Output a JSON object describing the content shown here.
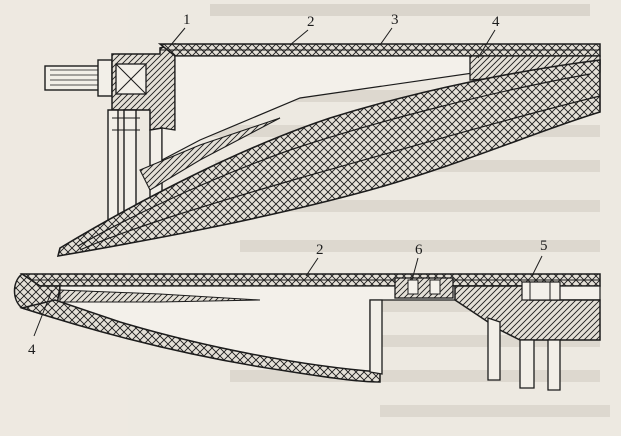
{
  "figure": {
    "colors": {
      "paper": "#ede9e1",
      "ink": "#1c1c1c",
      "bleed_text": "#cfcac1",
      "composite_fill": "#e4e0d7"
    },
    "upper_part": {
      "callouts": [
        {
          "id": "1",
          "label": "1"
        },
        {
          "id": "2",
          "label": "2"
        },
        {
          "id": "3",
          "label": "3"
        },
        {
          "id": "4",
          "label": "4"
        }
      ]
    },
    "lower_part": {
      "callouts": [
        {
          "id": "2",
          "label": "2"
        },
        {
          "id": "6",
          "label": "6"
        },
        {
          "id": "5",
          "label": "5"
        },
        {
          "id": "4",
          "label": "4"
        }
      ]
    }
  }
}
